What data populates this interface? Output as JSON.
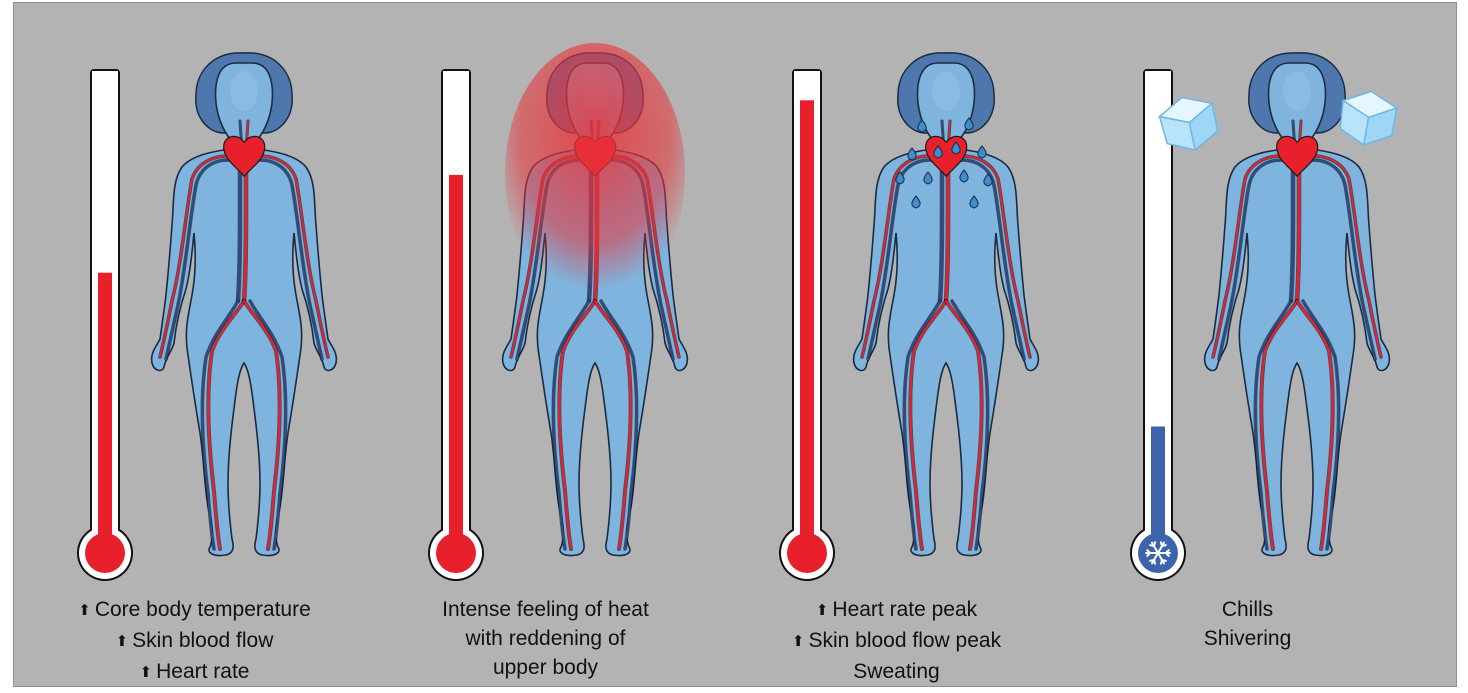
{
  "colors": {
    "background": "#b2b3b2",
    "hot": "#e8202b",
    "cold": "#3d63ac",
    "body": "#7fb4de",
    "hair": "#4d77ad"
  },
  "icons": {
    "increase": "up-arrow-icon",
    "cold_bulb": "snowflake-icon",
    "ice": "ice-cube-icon",
    "sweat": "sweat-drop-icon"
  },
  "panels": [
    {
      "id": "panel-1",
      "thermometer": {
        "level": 0.58,
        "state": "hot"
      },
      "caption": [
        {
          "arrow": true,
          "text": "Core body temperature"
        },
        {
          "arrow": true,
          "text": "Skin blood flow"
        },
        {
          "arrow": true,
          "text": "Heart rate"
        }
      ],
      "overlay": "none"
    },
    {
      "id": "panel-2",
      "thermometer": {
        "level": 0.79,
        "state": "hot"
      },
      "caption": [
        {
          "arrow": false,
          "text": "Intense feeling of heat"
        },
        {
          "arrow": false,
          "text": "with reddening of"
        },
        {
          "arrow": false,
          "text": "upper body"
        }
      ],
      "overlay": "redness"
    },
    {
      "id": "panel-3",
      "thermometer": {
        "level": 0.95,
        "state": "hot"
      },
      "caption": [
        {
          "arrow": true,
          "text": "Heart rate peak"
        },
        {
          "arrow": true,
          "text": "Skin blood flow peak"
        },
        {
          "arrow": false,
          "text": "Sweating"
        }
      ],
      "overlay": "sweat"
    },
    {
      "id": "panel-4",
      "thermometer": {
        "level": 0.25,
        "state": "cold"
      },
      "caption": [
        {
          "arrow": false,
          "text": "Chills"
        },
        {
          "arrow": false,
          "text": "Shivering"
        }
      ],
      "overlay": "ice"
    }
  ]
}
